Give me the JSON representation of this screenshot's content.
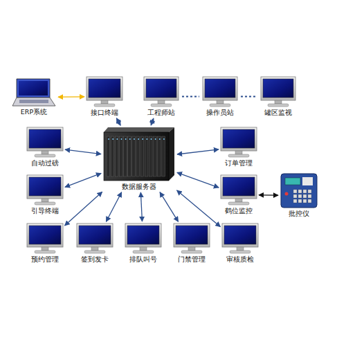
{
  "diagram": {
    "nodes": [
      {
        "text": [
          "ERP系统"
        ]
      },
      {
        "text": [
          "接口终端"
        ]
      },
      {
        "text": [
          "工程师站"
        ]
      },
      {
        "text": [
          "操作员站"
        ]
      },
      {
        "text": [
          "罐区监视"
        ]
      },
      {
        "text": [
          "自动过磅"
        ]
      },
      {
        "text": [
          "数据服务器"
        ]
      },
      {
        "text": [
          "订单管理"
        ]
      },
      {
        "text": [
          "引导终端"
        ]
      },
      {
        "text": [
          "鹤位监控"
        ]
      },
      {
        "text": [
          "批控仪"
        ]
      },
      {
        "text": [
          "预约管理"
        ]
      },
      {
        "text": [
          "签到发卡"
        ]
      },
      {
        "text": [
          "排队叫号"
        ]
      },
      {
        "text": [
          "门禁管理"
        ]
      },
      {
        "text": [
          "审核质检"
        ]
      }
    ],
    "edges": [
      {
        "from": 0,
        "to": 1,
        "arrow": "both"
      },
      {
        "from": 1,
        "to": 6,
        "arrow": "both"
      },
      {
        "from": 2,
        "to": 6,
        "arrow": "both"
      },
      {
        "from": 2,
        "to": 3,
        "arrow": "none"
      },
      {
        "from": 3,
        "to": 4,
        "arrow": "none"
      },
      {
        "from": 5,
        "to": 6,
        "arrow": "both"
      },
      {
        "from": 6,
        "to": 7,
        "arrow": "both"
      },
      {
        "from": 6,
        "to": 8,
        "arrow": "both"
      },
      {
        "from": 6,
        "to": 9,
        "arrow": "both"
      },
      {
        "from": 9,
        "to": 10,
        "arrow": "both"
      },
      {
        "from": 6,
        "to": 11,
        "arrow": "both"
      },
      {
        "from": 6,
        "to": 12,
        "arrow": "both"
      },
      {
        "from": 6,
        "to": 13,
        "arrow": "both"
      },
      {
        "from": 6,
        "to": 14,
        "arrow": "both"
      },
      {
        "from": 6,
        "to": 15,
        "arrow": "both"
      }
    ]
  }
}
